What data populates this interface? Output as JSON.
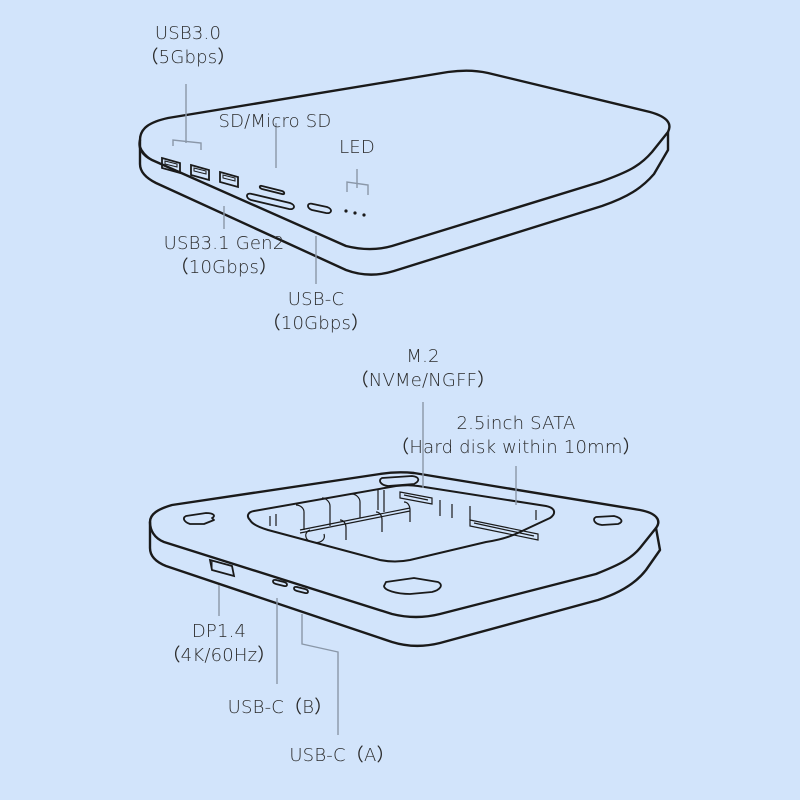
{
  "colors": {
    "background": "#d2e4fb",
    "outline": "#1a1a1a",
    "leader_line": "#8a97a8",
    "text": "#2b2b2b"
  },
  "top_device": {
    "name": "hub-top-unit",
    "ports_visible": [
      "usb-a",
      "usb-a",
      "usb-a",
      "microsd-slot",
      "sd-slot",
      "usb-c",
      "led-dots"
    ],
    "callouts": {
      "usb30": {
        "line1": "USB3.0",
        "line2": "（5Gbps）"
      },
      "sd": {
        "line1": "SD/Micro SD"
      },
      "led": {
        "line1": "LED"
      },
      "usb31": {
        "line1": "USB3.1 Gen2",
        "line2": "（10Gbps）"
      },
      "usbc": {
        "line1": "USB-C",
        "line2": "（10Gbps）"
      }
    },
    "led_dots": "• • •"
  },
  "bottom_device": {
    "name": "enclosure-base-unit",
    "callouts": {
      "m2": {
        "line1": "M.2",
        "line2": "（NVMe/NGFF）"
      },
      "sata": {
        "line1": "2.5inch SATA",
        "line2": "（Hard disk within 10mm）"
      },
      "dp": {
        "line1": "DP1.4",
        "line2": "（4K/60Hz）"
      },
      "usbc_b": {
        "line1": "USB-C（B）"
      },
      "usbc_a": {
        "line1": "USB-C（A）"
      }
    }
  }
}
